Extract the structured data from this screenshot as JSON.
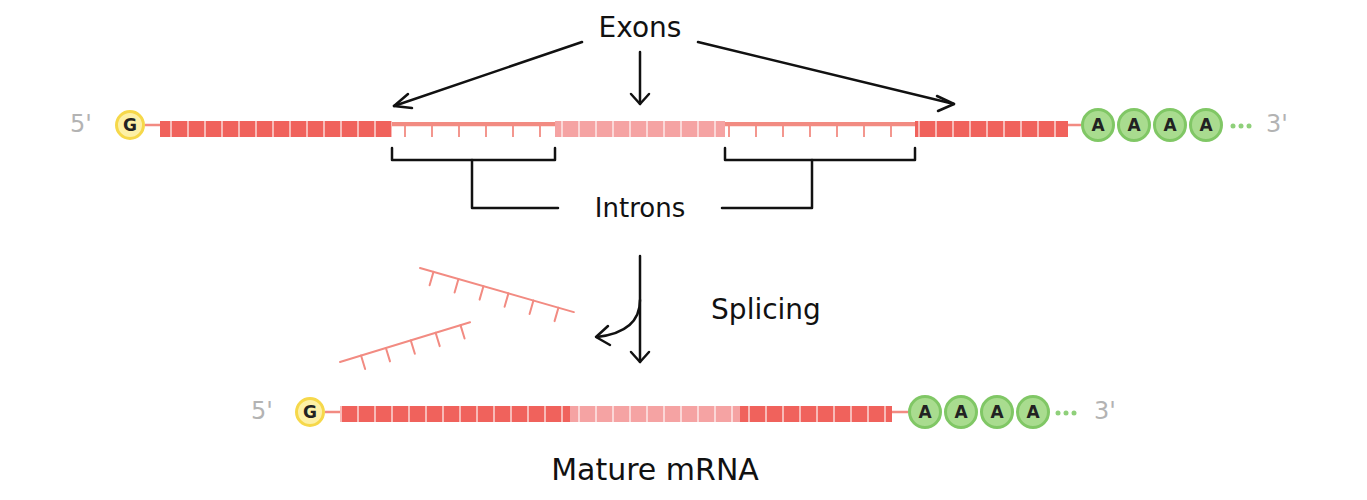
{
  "diagram": {
    "nodes": [
      {
        "text": [
          "G"
        ]
      },
      {
        "text": [
          "A"
        ]
      },
      {
        "text": [
          "A"
        ]
      },
      {
        "text": [
          "A"
        ]
      },
      {
        "text": [
          "A"
        ]
      },
      {
        "text": [
          "G"
        ]
      },
      {
        "text": [
          "A"
        ]
      },
      {
        "text": [
          "A"
        ]
      },
      {
        "text": [
          "A"
        ]
      },
      {
        "text": [
          "A"
        ]
      }
    ],
    "edges": [
      {
        "from": 0,
        "to": 1,
        "arrow": "none"
      },
      {
        "from": 5,
        "to": 6,
        "arrow": "none"
      }
    ],
    "labels": [
      "5'",
      "3'",
      "Exons",
      "Introns",
      "Splicing",
      "5'",
      "3'",
      "Mature mRNA"
    ]
  }
}
